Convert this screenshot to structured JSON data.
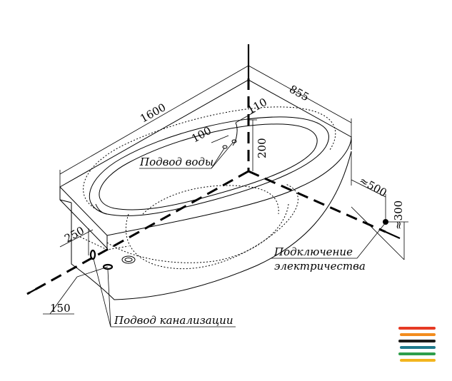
{
  "dimensions": {
    "length": "1600",
    "width": "855",
    "water_inlet_offset": "110",
    "water_inlet_horizontal": "100",
    "water_inlet_height": "200",
    "electric_offset": "≈500",
    "electric_height": "≈300",
    "drain_height": "250",
    "drain_offset": "150"
  },
  "callouts": {
    "water_supply": "Подвод воды",
    "electric_line1": "Подключение",
    "electric_line2": "электричества",
    "drain": "Подвод канализации"
  },
  "logo": {
    "stripe_colors": [
      "#e63a24",
      "#f28c1e",
      "#1d1d1b",
      "#1f7a8c",
      "#2e9e4a",
      "#f2b51e"
    ]
  }
}
